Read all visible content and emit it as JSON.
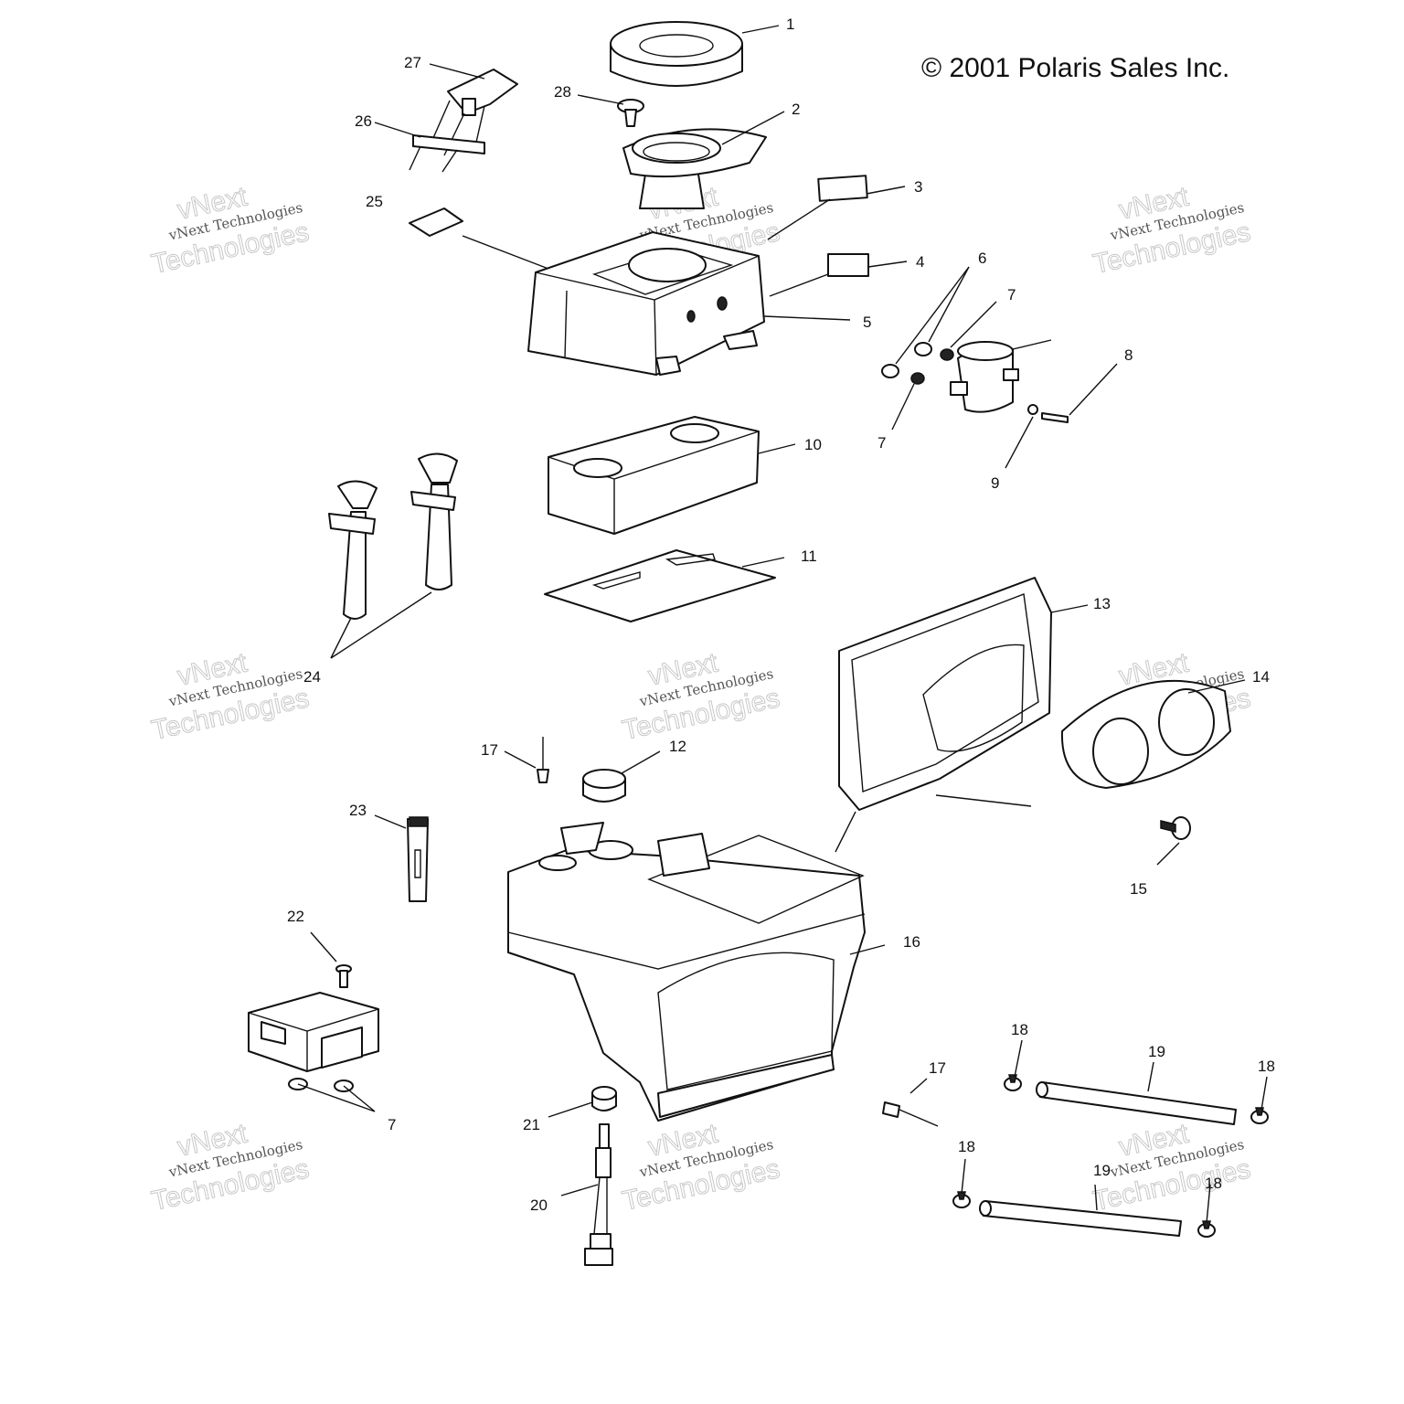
{
  "copyright": "© 2001 Polaris Sales Inc.",
  "watermark": {
    "line1": "vNext",
    "line2": "vNext Technologies",
    "line3": "Technologies"
  },
  "callouts": [
    {
      "id": "c1",
      "label": "1"
    },
    {
      "id": "c2",
      "label": "2"
    },
    {
      "id": "c3",
      "label": "3"
    },
    {
      "id": "c4",
      "label": "4"
    },
    {
      "id": "c5",
      "label": "5"
    },
    {
      "id": "c6",
      "label": "6"
    },
    {
      "id": "c7a",
      "label": "7"
    },
    {
      "id": "c7b",
      "label": "7"
    },
    {
      "id": "c7c",
      "label": "7"
    },
    {
      "id": "c8",
      "label": "8"
    },
    {
      "id": "c9",
      "label": "9"
    },
    {
      "id": "c10",
      "label": "10"
    },
    {
      "id": "c11",
      "label": "11"
    },
    {
      "id": "c12",
      "label": "12"
    },
    {
      "id": "c13",
      "label": "13"
    },
    {
      "id": "c14",
      "label": "14"
    },
    {
      "id": "c15",
      "label": "15"
    },
    {
      "id": "c16",
      "label": "16"
    },
    {
      "id": "c17a",
      "label": "17"
    },
    {
      "id": "c17b",
      "label": "17"
    },
    {
      "id": "c18a",
      "label": "18"
    },
    {
      "id": "c18b",
      "label": "18"
    },
    {
      "id": "c18c",
      "label": "18"
    },
    {
      "id": "c18d",
      "label": "18"
    },
    {
      "id": "c19a",
      "label": "19"
    },
    {
      "id": "c19b",
      "label": "19"
    },
    {
      "id": "c20",
      "label": "20"
    },
    {
      "id": "c21",
      "label": "21"
    },
    {
      "id": "c22",
      "label": "22"
    },
    {
      "id": "c23",
      "label": "23"
    },
    {
      "id": "c24",
      "label": "24"
    },
    {
      "id": "c25",
      "label": "25"
    },
    {
      "id": "c26",
      "label": "26"
    },
    {
      "id": "c27",
      "label": "27"
    },
    {
      "id": "c28",
      "label": "28"
    }
  ]
}
